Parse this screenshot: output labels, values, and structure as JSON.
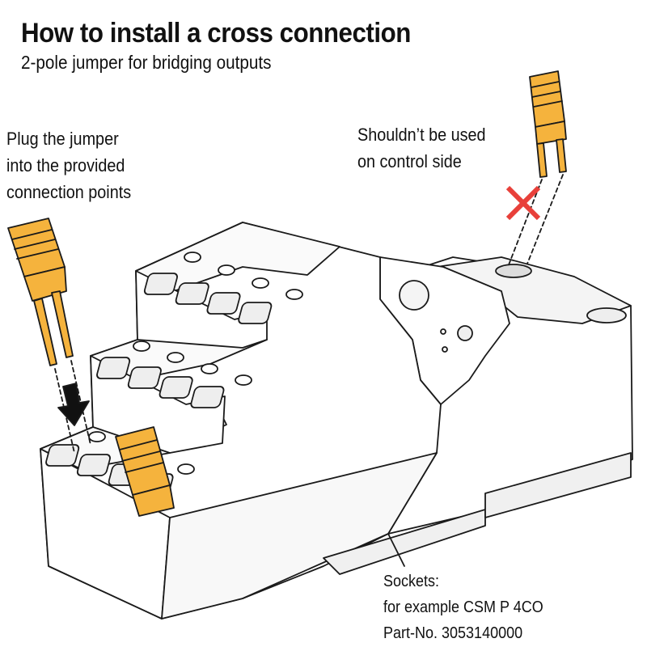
{
  "header": {
    "title": "How to install a cross connection",
    "subtitle": "2-pole jumper for bridging outputs"
  },
  "instructions": {
    "plug_lines": [
      "Plug the jumper",
      "into the provided",
      "connection points"
    ],
    "warning_lines": [
      "Shouldn’t be used",
      "on control side"
    ]
  },
  "socket_info": {
    "lines": [
      "Sockets:",
      "for example CSM P 4CO",
      "Part-No. 3053140000"
    ]
  },
  "colors": {
    "jumper": "#f5b33d",
    "outline": "#1a1a1a",
    "cross": "#e8403a",
    "arrow": "#111111",
    "body": "#f2f2f2"
  },
  "icons": [
    "down-arrow-icon",
    "red-cross-icon"
  ]
}
